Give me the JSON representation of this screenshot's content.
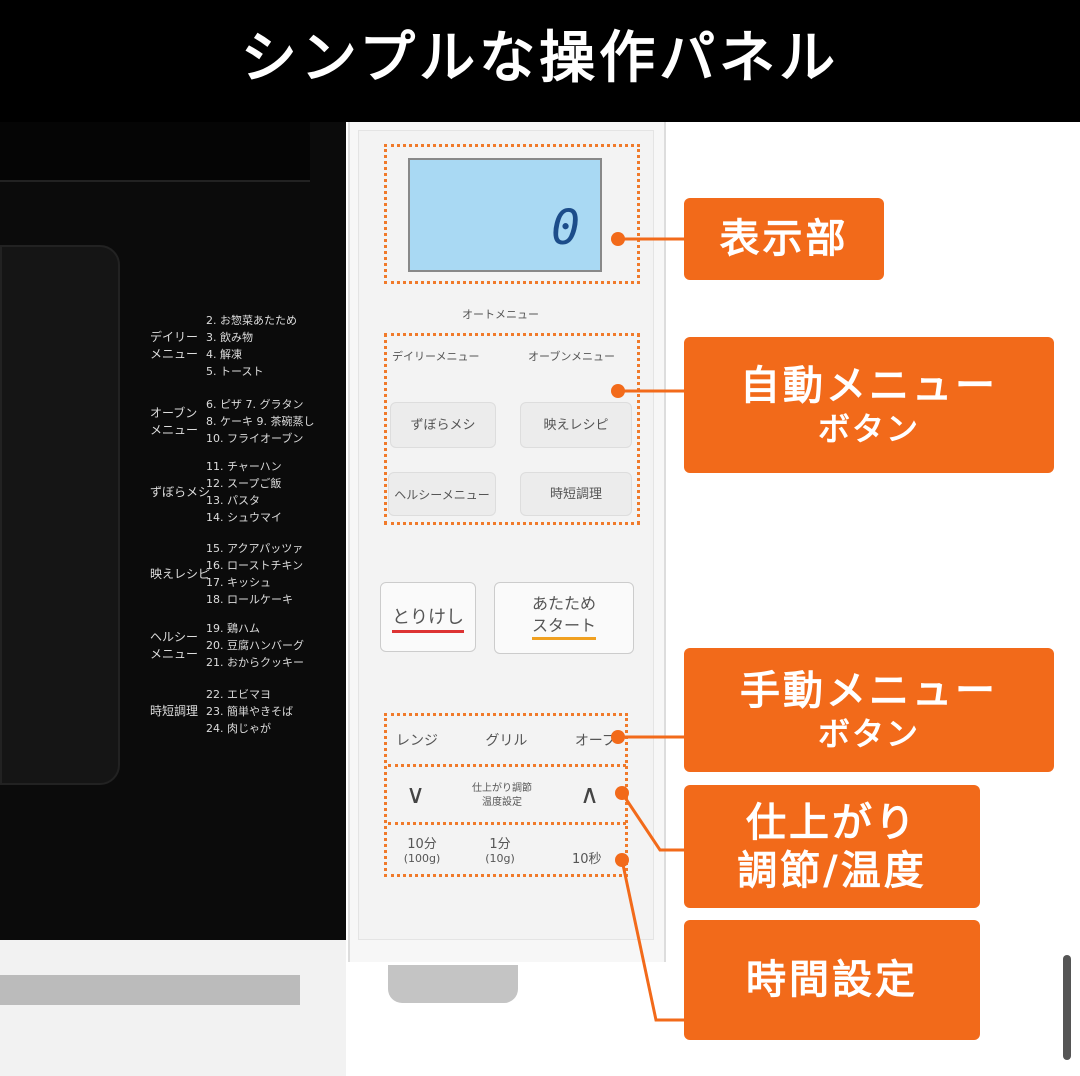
{
  "title": "シンプルな操作パネル",
  "door_menu": [
    {
      "category": "デイリー\nメニュー",
      "items": [
        "2. お惣菜あたため",
        "3. 飲み物",
        "4. 解凍",
        "5. トースト"
      ]
    },
    {
      "category": "オーブン\nメニュー",
      "items": [
        "6. ピザ 7. グラタン",
        "8. ケーキ 9. 茶碗蒸し",
        "10. フライオーブン"
      ]
    },
    {
      "category": "ずぼらメシ",
      "items": [
        "11. チャーハン",
        "12. スープご飯",
        "13. パスタ",
        "14. シュウマイ"
      ]
    },
    {
      "category": "映えレシピ",
      "items": [
        "15. アクアパッツァ",
        "16. ローストチキン",
        "17. キッシュ",
        "18. ロールケーキ"
      ]
    },
    {
      "category": "ヘルシー\nメニュー",
      "items": [
        "19. 鶏ハム",
        "20. 豆腐ハンバーグ",
        "21. おからクッキー"
      ]
    },
    {
      "category": "時短調理",
      "items": [
        "22. エビマヨ",
        "23. 簡単やきそば",
        "24. 肉じゃが"
      ]
    }
  ],
  "panel": {
    "display_value": "0",
    "auto_menu_label": "オートメニュー",
    "daily_menu_label": "デイリーメニュー",
    "oven_menu_label": "オーブンメニュー",
    "buttons": {
      "zubora": "ずぼらメシ",
      "hae": "映えレシピ",
      "healthy": "ヘルシーメニュー",
      "jitan": "時短調理",
      "cancel": "とりけし",
      "start_1": "あたため",
      "start_2": "スタート"
    },
    "manual": [
      "レンジ",
      "グリル",
      "オーブ"
    ],
    "down": "∨",
    "up": "∧",
    "adjust_1": "仕上がり調節",
    "adjust_2": "温度設定",
    "time": [
      {
        "a": "10分",
        "b": "(100g)"
      },
      {
        "a": "1分",
        "b": "(10g)"
      },
      {
        "a": "10秒",
        "b": ""
      }
    ]
  },
  "callouts": {
    "display": "表示部",
    "auto_1": "自動メニュー",
    "auto_2": "ボタン",
    "manual_1": "手動メニュー",
    "manual_2": "ボタン",
    "finish_1": "仕上がり",
    "finish_2": "調節/温度",
    "time": "時間設定"
  },
  "colors": {
    "accent": "#f26a1a",
    "header": "#000000",
    "lcd": "#a9d9f3"
  }
}
